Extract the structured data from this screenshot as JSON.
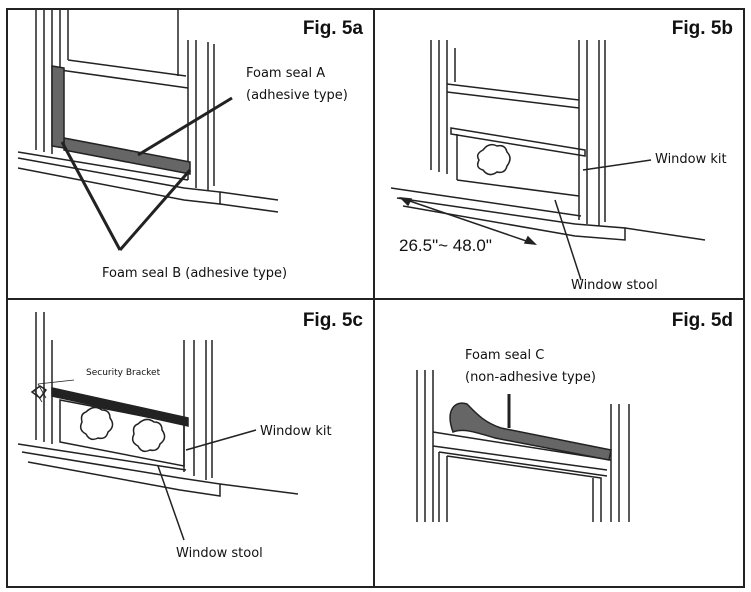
{
  "figures": {
    "a": {
      "title": "Fig. 5a",
      "label_seal_a_line1": "Foam seal A",
      "label_seal_a_line2": "(adhesive type)",
      "label_seal_b": "Foam seal B (adhesive type)"
    },
    "b": {
      "title": "Fig. 5b",
      "label_window_kit": "Window kit",
      "label_dimension": "26.5\"~ 48.0\"",
      "label_window_stool": "Window stool"
    },
    "c": {
      "title": "Fig. 5c",
      "label_security_bracket": "Security Bracket",
      "label_window_kit": "Window kit",
      "label_window_stool": "Window stool"
    },
    "d": {
      "title": "Fig. 5d",
      "label_seal_c_line1": "Foam seal C",
      "label_seal_c_line2": "(non-adhesive type)"
    }
  },
  "colors": {
    "stroke": "#222222",
    "foam_seal": "#555555",
    "border": "#222222"
  }
}
